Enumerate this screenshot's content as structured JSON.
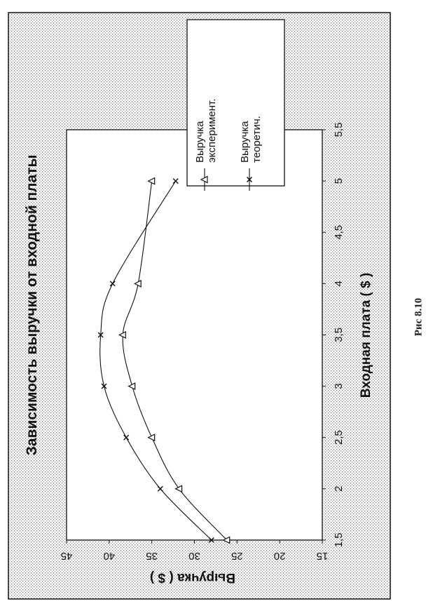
{
  "figure_caption": "Рис 8.10",
  "chart_data": {
    "type": "line",
    "orientation": "rotated 90° counter-clockwise",
    "title": "Зависимость выручки от входной платы",
    "xlabel": "Входная плата ( $ )",
    "ylabel": "Выручка ( $ )",
    "xlim": [
      1.5,
      5.5
    ],
    "ylim": [
      15,
      45
    ],
    "xticks": [
      "1,5",
      "2",
      "2,5",
      "3",
      "3,5",
      "4",
      "4,5",
      "5",
      "5,5"
    ],
    "xtick_values": [
      1.5,
      2,
      2.5,
      3,
      3.5,
      4,
      4.5,
      5,
      5.5
    ],
    "yticks": [
      "15",
      "20",
      "25",
      "30",
      "35",
      "40",
      "45"
    ],
    "ytick_values": [
      15,
      20,
      25,
      30,
      35,
      40,
      45
    ],
    "grid": false,
    "legend_position": "top-right",
    "series": [
      {
        "name": "Выручка эксперимент.",
        "name_lines": [
          "Выручка",
          "эксперимент."
        ],
        "marker": "triangle",
        "x": [
          1.5,
          2,
          2.5,
          3,
          3.5,
          4,
          5
        ],
        "y": [
          26.2,
          31.8,
          35.0,
          37.3,
          38.4,
          36.6,
          35.0
        ]
      },
      {
        "name": "Выручка теоретич.",
        "name_lines": [
          "Выручка",
          "теоретич."
        ],
        "marker": "x",
        "x": [
          1.5,
          2,
          2.5,
          3,
          3.5,
          4,
          5
        ],
        "y": [
          28.0,
          34.0,
          38.0,
          40.6,
          41.0,
          39.6,
          32.2
        ]
      }
    ]
  }
}
